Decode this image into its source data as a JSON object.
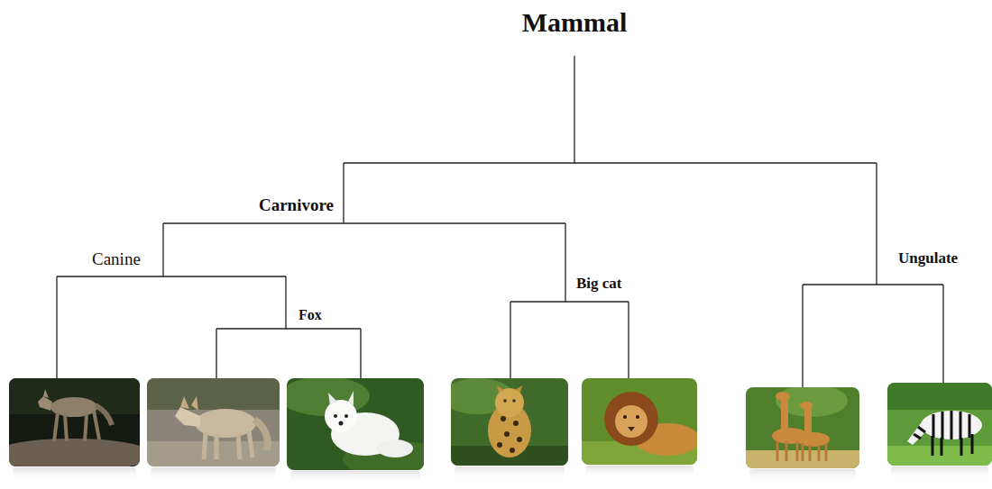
{
  "diagram": {
    "labels": [
      "Mammal",
      "Carnivore",
      "Canine",
      "Fox",
      "Big cat",
      "Ungulate"
    ]
  }
}
